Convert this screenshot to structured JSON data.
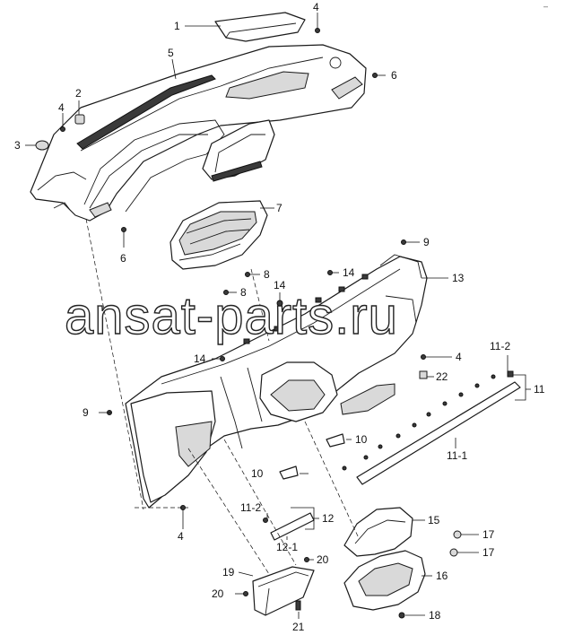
{
  "watermark": "ansat-parts.ru",
  "corner_mark": "–",
  "callouts": {
    "c1": "1",
    "c2": "2",
    "c3": "3",
    "c4a": "4",
    "c4b": "4",
    "c4c": "4",
    "c4d": "4",
    "c5": "5",
    "c6a": "6",
    "c6b": "6",
    "c7": "7",
    "c8a": "8",
    "c8b": "8",
    "c9a": "9",
    "c9b": "9",
    "c10a": "10",
    "c10b": "10",
    "c11": "11",
    "c11_1": "11-1",
    "c11_2a": "11-2",
    "c11_2b": "11-2",
    "c12": "12",
    "c12_1": "12-1",
    "c13": "13",
    "c14a": "14",
    "c14b": "14",
    "c14c": "14",
    "c15": "15",
    "c16": "16",
    "c17a": "17",
    "c17b": "17",
    "c18": "18",
    "c19": "19",
    "c20a": "20",
    "c20b": "20",
    "c21": "21",
    "c22": "22"
  }
}
